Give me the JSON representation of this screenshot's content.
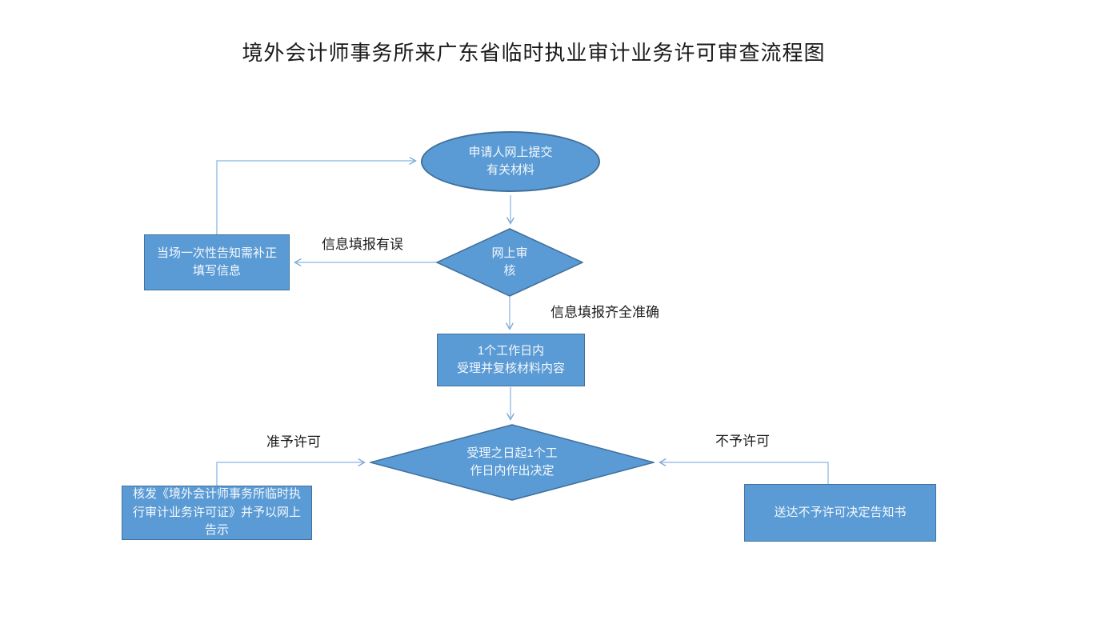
{
  "title": "境外会计师事务所来广东省临时执业审计业务许可审查流程图",
  "colors": {
    "shape_fill": "#5B9BD5",
    "shape_border": "#41719C",
    "connector": "#9CC2E5",
    "node_text": "#F4F8FC",
    "label_text": "#1A1A1A"
  },
  "nodes": {
    "submit": {
      "type": "ellipse",
      "text": "申请人网上提交\n有关材料"
    },
    "review": {
      "type": "diamond",
      "text": "网上审\n核"
    },
    "correct": {
      "type": "rect",
      "text": "当场一次性告知需补正\n填写信息"
    },
    "accept": {
      "type": "rect",
      "text": "1个工作日内\n受理并复核材料内容"
    },
    "decision": {
      "type": "diamond",
      "text": "受理之日起1个工\n作日内作出决定"
    },
    "license": {
      "type": "rect",
      "text": "核发《境外会计师事务所临时执\n行审计业务许可证》并予以网上\n告示"
    },
    "reject": {
      "type": "rect",
      "text": "送达不予许可决定告知书"
    }
  },
  "edge_labels": {
    "error": "信息填报有误",
    "complete": "信息填报齐全准确",
    "approve": "准予许可",
    "deny": "不予许可"
  }
}
